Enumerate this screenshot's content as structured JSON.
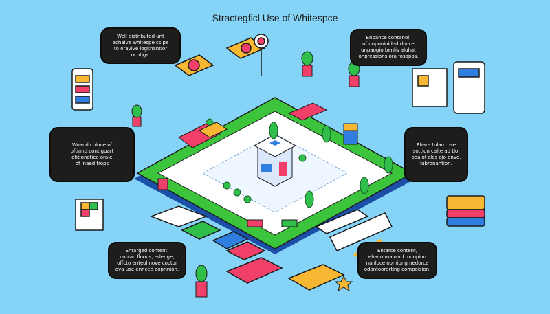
{
  "title": "Stractegficl Use of Whitespce",
  "bubbles": {
    "top_left": "Well distributed unt\nachaive whitespe cslpe\nto oravive logknantior\nocotigs.",
    "top_right": "Enbance contanol,\nof unponioided dinice\nunpaogio benlis aluhat\nonpressions ora fosapos,",
    "mid_left": "Woand colone of\noftiand contiguart\nlohtionotice orale,\nof inaed trops",
    "mid_right": "Ehare tolam use\nsottion calte ad tlol\nodalof clas ojo onve,\nlubronantion.",
    "bottom_left": "Entarged content,\ncobiac floous, erlenge,\noffcto enteolinove coctor\nova use ennced coprinion.",
    "bottom_right": "Entarce content,\nehaco malolvd moopion\nnanloce oomiong nedorce\nodontoororting compoision."
  },
  "colors": {
    "background": "#85d3f7",
    "bubble": "#1d1d1b",
    "platform_green": "#3cc43c",
    "accent_pink": "#f0406a",
    "accent_yellow": "#f7b733",
    "accent_blue": "#2f7fe0"
  }
}
